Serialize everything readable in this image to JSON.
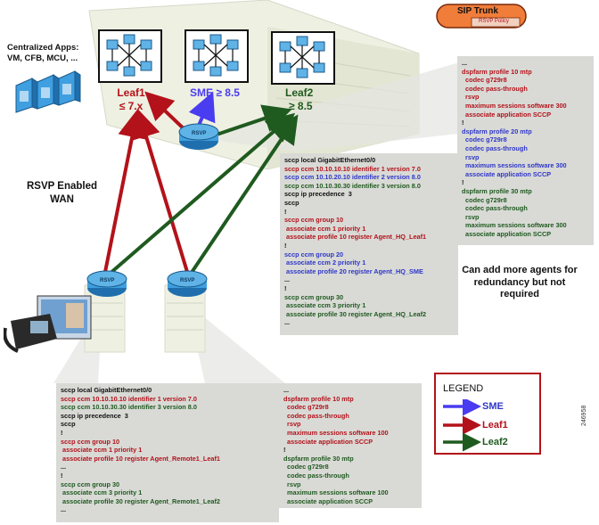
{
  "sip_trunk": {
    "title": "SIP Trunk",
    "subtitle": "RSVP Policy"
  },
  "apps_label": {
    "line1": "Centralized Apps:",
    "line2": "VM, CFB, MCU, ..."
  },
  "clusters": {
    "leaf1": {
      "name": "Leaf1",
      "version": "≤ 7.x"
    },
    "sme": {
      "name": "SME",
      "version": "≥ 8.5"
    },
    "leaf2": {
      "name": "Leaf2",
      "version": "≥ 8.5"
    }
  },
  "wan_label": {
    "line1": "RSVP Enabled",
    "line2": "WAN"
  },
  "note": "Can add more agents for redundancy but not required",
  "hq_sccp_config": [
    {
      "text": "sccp local GigabitEthernet0/0",
      "color": "black"
    },
    {
      "text": "sccp ccm 10.10.10.10 identifier 1 version 7.0",
      "color": "red"
    },
    {
      "text": "sccp ccm 10.10.20.10 identifier 2 version 8.0",
      "color": "blue"
    },
    {
      "text": "sccp ccm 10.10.30.30 identifier 3 version 8.0",
      "color": "green"
    },
    {
      "text": "sccp ip precedence  3",
      "color": "black"
    },
    {
      "text": "sccp",
      "color": "black"
    },
    {
      "text": "!",
      "color": "black"
    },
    {
      "text": "sccp ccm group 10",
      "color": "red"
    },
    {
      "text": " associate ccm 1 priority 1",
      "color": "red"
    },
    {
      "text": " associate profile 10 register Agent_HQ_Leaf1",
      "color": "red"
    },
    {
      "text": "!",
      "color": "black"
    },
    {
      "text": "sccp ccm group 20",
      "color": "blue"
    },
    {
      "text": " associate ccm 2 priority 1",
      "color": "blue"
    },
    {
      "text": " associate profile 20 register Agent_HQ_SME",
      "color": "blue"
    },
    {
      "text": "...",
      "color": "black"
    },
    {
      "text": "!",
      "color": "black"
    },
    {
      "text": "sccp ccm group 30",
      "color": "green"
    },
    {
      "text": " associate ccm 3 priority 1",
      "color": "green"
    },
    {
      "text": " associate profile 30 register Agent_HQ_Leaf2",
      "color": "green"
    },
    {
      "text": "...",
      "color": "black"
    }
  ],
  "hq_dspfarm_config": [
    {
      "text": "...",
      "color": "black"
    },
    {
      "text": "dspfarm profile 10 mtp",
      "color": "red"
    },
    {
      "text": "  codec g729r8",
      "color": "red"
    },
    {
      "text": "  codec pass-through",
      "color": "red"
    },
    {
      "text": "  rsvp",
      "color": "red"
    },
    {
      "text": "  maximum sessions software 300",
      "color": "red"
    },
    {
      "text": "  associate application SCCP",
      "color": "red"
    },
    {
      "text": "!",
      "color": "black"
    },
    {
      "text": "dspfarm profile 20 mtp",
      "color": "blue"
    },
    {
      "text": "  codec g729r8",
      "color": "blue"
    },
    {
      "text": "  codec pass-through",
      "color": "blue"
    },
    {
      "text": "  rsvp",
      "color": "blue"
    },
    {
      "text": "  maximum sessions software 300",
      "color": "blue"
    },
    {
      "text": "  associate application SCCP",
      "color": "blue"
    },
    {
      "text": "!",
      "color": "black"
    },
    {
      "text": "dspfarm profile 30 mtp",
      "color": "green"
    },
    {
      "text": "  codec g729r8",
      "color": "green"
    },
    {
      "text": "  codec pass-through",
      "color": "green"
    },
    {
      "text": "  rsvp",
      "color": "green"
    },
    {
      "text": "  maximum sessions software 300",
      "color": "green"
    },
    {
      "text": "  associate application SCCP",
      "color": "green"
    }
  ],
  "remote_sccp_config": [
    {
      "text": "sccp local GigabitEthernet0/0",
      "color": "black"
    },
    {
      "text": "sccp ccm 10.10.10.10 identifier 1 version 7.0",
      "color": "red"
    },
    {
      "text": "sccp ccm 10.10.30.30 identifier 3 version 8.0",
      "color": "green"
    },
    {
      "text": "sccp ip precedence  3",
      "color": "black"
    },
    {
      "text": "sccp",
      "color": "black"
    },
    {
      "text": "!",
      "color": "black"
    },
    {
      "text": "sccp ccm group 10",
      "color": "red"
    },
    {
      "text": " associate ccm 1 priority 1",
      "color": "red"
    },
    {
      "text": " associate profile 10 register Agent_Remote1_Leaf1",
      "color": "red"
    },
    {
      "text": "...",
      "color": "black"
    },
    {
      "text": "!",
      "color": "black"
    },
    {
      "text": "sccp ccm group 30",
      "color": "green"
    },
    {
      "text": " associate ccm 3 priority 1",
      "color": "green"
    },
    {
      "text": " associate profile 30 register Agent_Remote1_Leaf2",
      "color": "green"
    },
    {
      "text": "...",
      "color": "black"
    }
  ],
  "remote_dspfarm_config": [
    {
      "text": "...",
      "color": "black"
    },
    {
      "text": "dspfarm profile 10 mtp",
      "color": "red"
    },
    {
      "text": "  codec g729r8",
      "color": "red"
    },
    {
      "text": "  codec pass-through",
      "color": "red"
    },
    {
      "text": "  rsvp",
      "color": "red"
    },
    {
      "text": "  maximum sessions software 100",
      "color": "red"
    },
    {
      "text": "  associate application SCCP",
      "color": "red"
    },
    {
      "text": "!",
      "color": "black"
    },
    {
      "text": "dspfarm profile 30 mtp",
      "color": "green"
    },
    {
      "text": "  codec g729r8",
      "color": "green"
    },
    {
      "text": "  codec pass-through",
      "color": "green"
    },
    {
      "text": "  rsvp",
      "color": "green"
    },
    {
      "text": "  maximum sessions software 100",
      "color": "green"
    },
    {
      "text": "  associate application SCCP",
      "color": "green"
    }
  ],
  "legend": {
    "title": "LEGEND",
    "items": [
      {
        "label": "SME",
        "color": "#2f37c8"
      },
      {
        "label": "Leaf1",
        "color": "#b3121a"
      },
      {
        "label": "Leaf2",
        "color": "#1f5a1f"
      }
    ]
  },
  "figure_id": "246958",
  "colors": {
    "red": "#b3121a",
    "blue": "#4a3cf0",
    "green": "#1f5a1f",
    "panel": "#d9dad6"
  }
}
